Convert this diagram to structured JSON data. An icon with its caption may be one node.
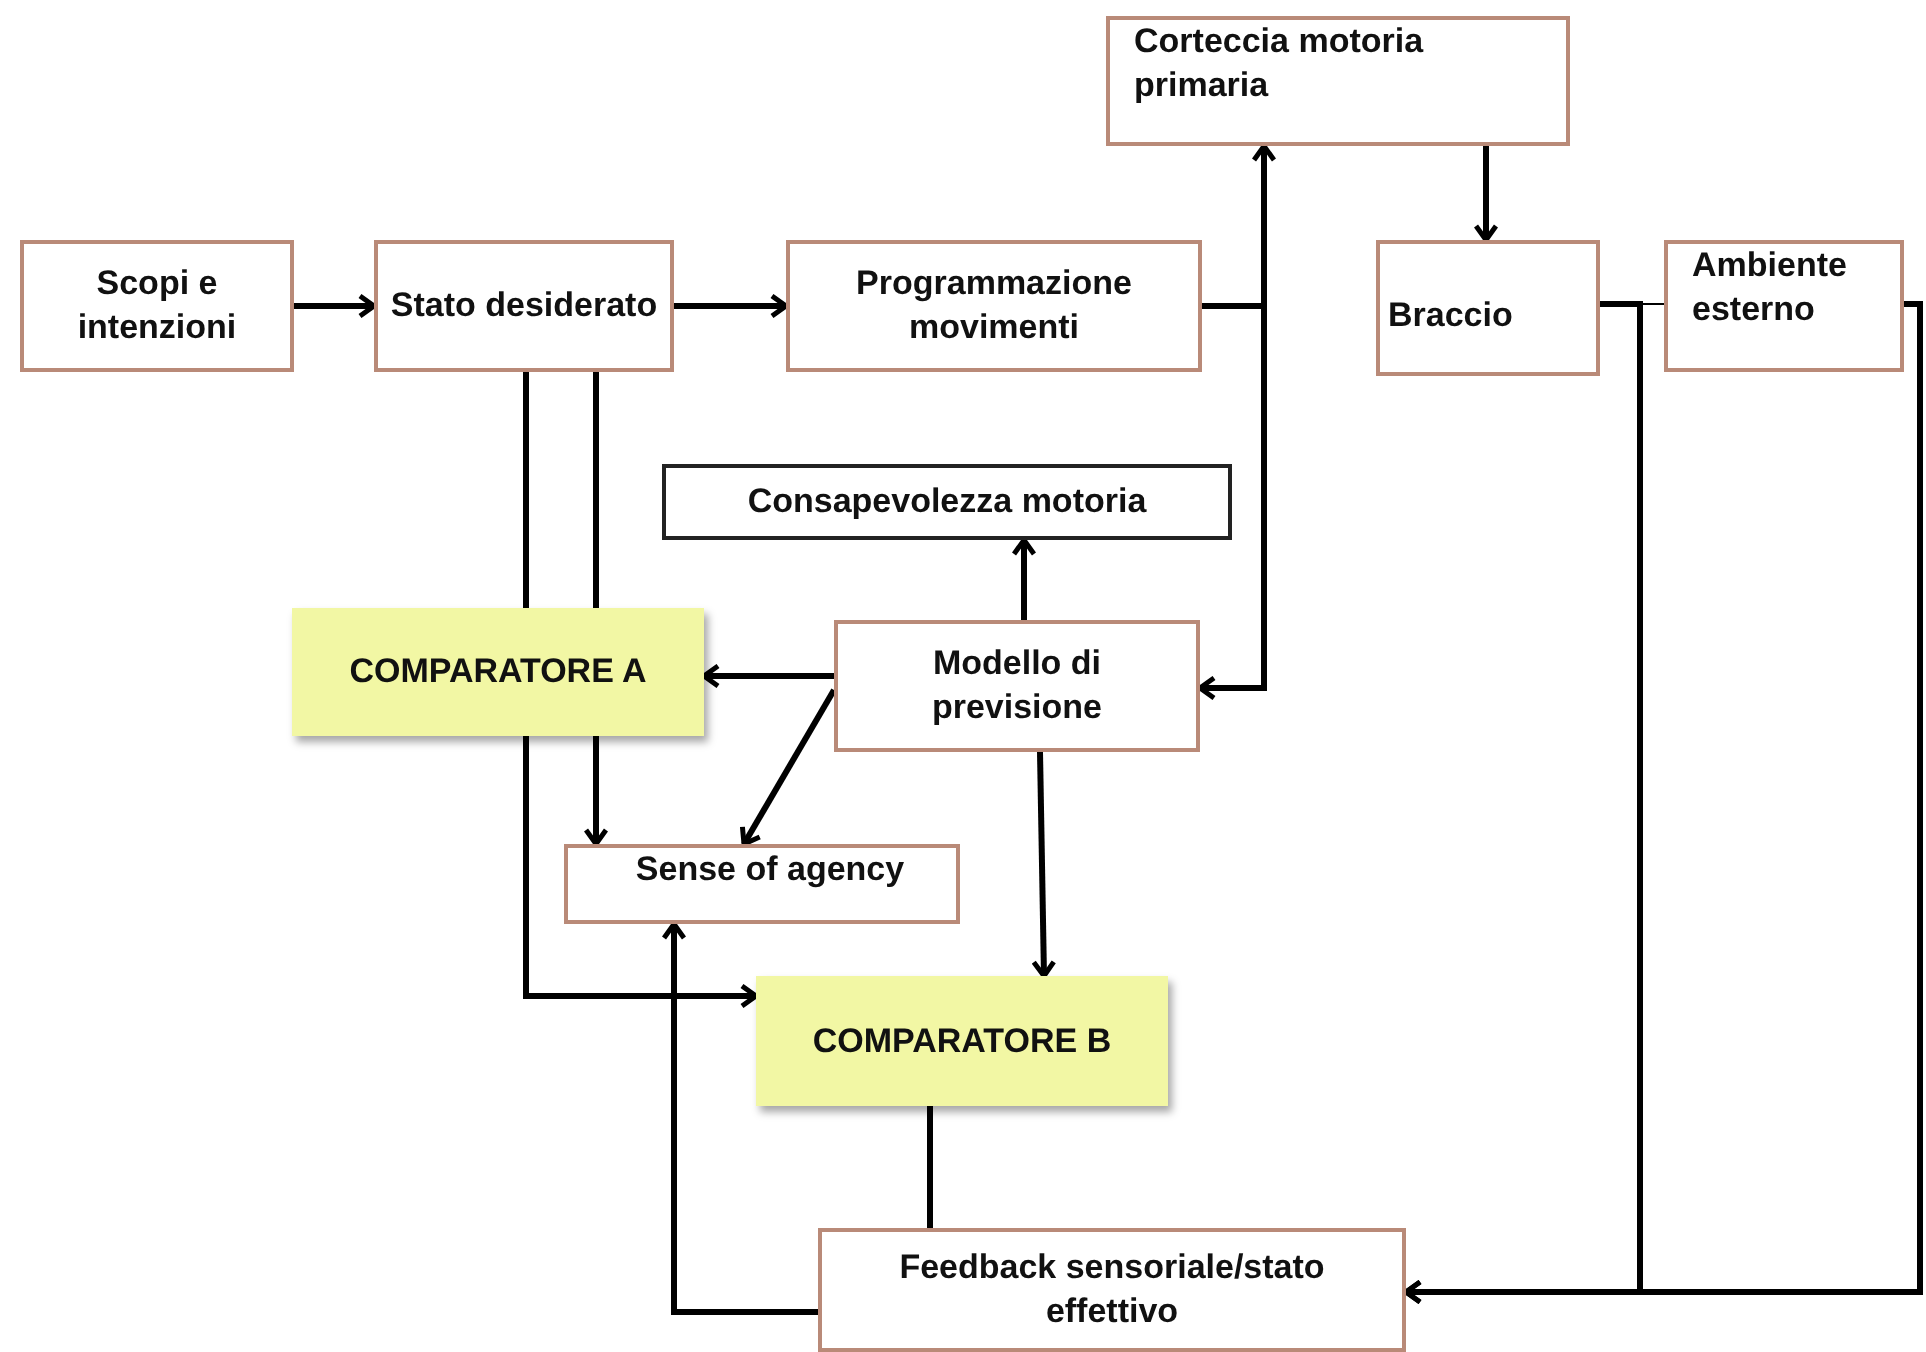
{
  "diagram": {
    "nodes": [
      {
        "text": [
          "Scopi e intenzioni"
        ]
      },
      {
        "text": [
          "Stato desiderato"
        ]
      },
      {
        "text": [
          "Programmazione movimenti"
        ]
      },
      {
        "text": [
          "Corteccia motoria primaria"
        ]
      },
      {
        "text": [
          "Braccio"
        ]
      },
      {
        "text": [
          "Ambiente esterno"
        ]
      },
      {
        "text": [
          "Consapevolezza motoria"
        ]
      },
      {
        "text": [
          "COMPARATORE A"
        ]
      },
      {
        "text": [
          "Modello di previsione"
        ]
      },
      {
        "text": [
          "Sense of agency"
        ]
      },
      {
        "text": [
          "COMPARATORE B"
        ]
      },
      {
        "text": [
          "Feedback sensoriale/stato effettivo"
        ]
      }
    ],
    "edges": [
      {
        "from": 0,
        "to": 1,
        "arrow": "to"
      },
      {
        "from": 1,
        "to": 2,
        "arrow": "to"
      },
      {
        "from": 2,
        "to": 3,
        "arrow": "to"
      },
      {
        "from": 2,
        "to": 8,
        "arrow": "to"
      },
      {
        "from": 3,
        "to": 4,
        "arrow": "to"
      },
      {
        "from": 4,
        "to": 5,
        "arrow": "none"
      },
      {
        "from": 4,
        "to": 11,
        "arrow": "to"
      },
      {
        "from": 5,
        "to": 11,
        "arrow": "to"
      },
      {
        "from": 1,
        "to": 7,
        "arrow": "none"
      },
      {
        "from": 1,
        "to": 7,
        "arrow": "none"
      },
      {
        "from": 7,
        "to": 9,
        "arrow": "to"
      },
      {
        "from": 7,
        "to": 10,
        "arrow": "to"
      },
      {
        "from": 8,
        "to": 7,
        "arrow": "to"
      },
      {
        "from": 8,
        "to": 9,
        "arrow": "to"
      },
      {
        "from": 8,
        "to": 6,
        "arrow": "to"
      },
      {
        "from": 8,
        "to": 10,
        "arrow": "to"
      },
      {
        "from": 10,
        "to": 11,
        "arrow": "none"
      },
      {
        "from": 11,
        "to": 9,
        "arrow": "to"
      }
    ]
  }
}
